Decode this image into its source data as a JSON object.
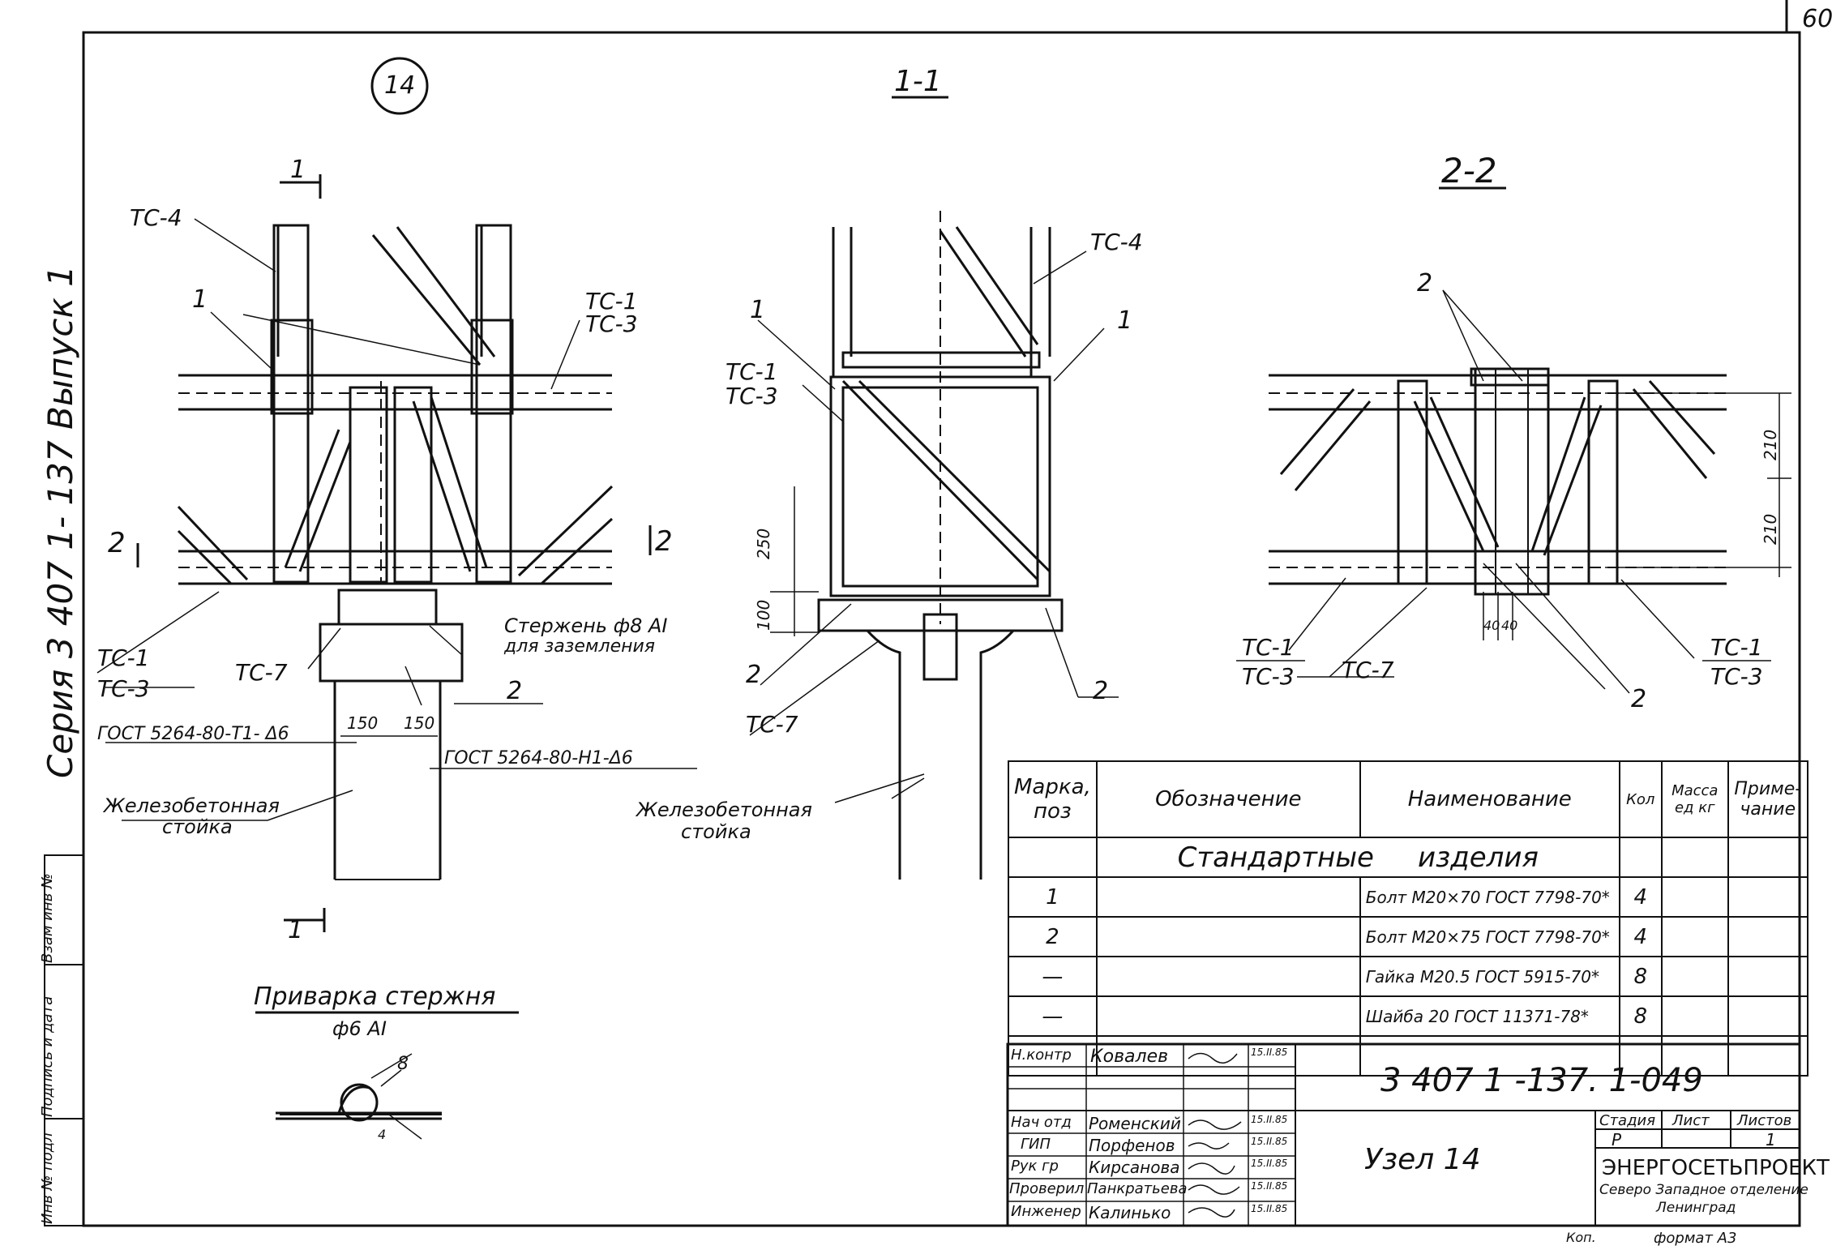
{
  "sheet_number": "60",
  "node_label": "14",
  "side_stamp": "Серия  3 407 1- 137  Выпуск 1",
  "left_margin_fields": [
    "Инв № подл",
    "Подпись и дата",
    "Взам инв №"
  ],
  "sections": {
    "s11": "1-1",
    "s22": "2-2",
    "cut1_top": "1",
    "cut1_bottom": "1",
    "cut2_left": "2",
    "cut2_right": "2"
  },
  "labels": {
    "tc4": "ТС-4",
    "tc1": "ТС-1",
    "tc3": "ТС-3",
    "tc7": "ТС-7",
    "pos1": "1",
    "pos2": "2",
    "rod": "Стержень ф8 АI",
    "rod2": "для заземления",
    "gost_t1": "ГОСТ 5264-80-Т1- Δ6",
    "gost_h1": "ГОСТ  5264-80-Н1-Δ6",
    "dim150a": "150",
    "dim150b": "150",
    "dim250": "250",
    "dim100": "100",
    "dim210a": "210",
    "dim210b": "210",
    "dim40a": "40",
    "dim40b": "40",
    "rc_column": "Железобетонная",
    "rc_column2": "стойка",
    "weld_title": "Приварка    стержня",
    "weld_sub": "ф6 АI",
    "weld_dim8": "8",
    "weld_dim4": "4"
  },
  "spec": {
    "headers": [
      "Марка, поз",
      "Обозначение",
      "Наименование",
      "Кол",
      "Масса ед кг",
      "Приме-чание"
    ],
    "section_title_a": "Стандартные",
    "section_title_b": "изделия",
    "rows": [
      {
        "mark": "1",
        "designation": "",
        "name": "Болт М20×70 ГОСТ 7798-70*",
        "qty": "4",
        "mass": "",
        "note": ""
      },
      {
        "mark": "2",
        "designation": "",
        "name": "Болт М20×75 ГОСТ 7798-70*",
        "qty": "4",
        "mass": "",
        "note": ""
      },
      {
        "mark": "—",
        "designation": "",
        "name": "Гайка М20.5 ГОСТ 5915-70*",
        "qty": "8",
        "mass": "",
        "note": ""
      },
      {
        "mark": "—",
        "designation": "",
        "name": "Шайба 20 ГОСТ 11371-78*",
        "qty": "8",
        "mass": "",
        "note": ""
      }
    ]
  },
  "title_block": {
    "doc_code": "3 407 1 -137. 1-049",
    "drawing_name": "Узел  14",
    "stage_label": "Стадия",
    "sheet_label": "Лист",
    "sheets_label": "Листов",
    "stage": "Р",
    "sheet": "",
    "sheets": "1",
    "org": "ЭНЕРГОСЕТЬПРОЕКТ",
    "org_sub1": "Северо Западное отделение",
    "org_sub2": "Ленинград",
    "people": [
      {
        "role": "Н.контр",
        "name": "Ковалев",
        "date": "15.II.85"
      },
      {
        "role": "",
        "name": "",
        "date": ""
      },
      {
        "role": "Нач отд",
        "name": "Роменский",
        "date": "15.II.85"
      },
      {
        "role": "ГИП",
        "name": "Порфенов",
        "date": "15.II.85"
      },
      {
        "role": "Рук гр",
        "name": "Кирсанова",
        "date": "15.II.85"
      },
      {
        "role": "Проверил",
        "name": "Панкратьева",
        "date": "15.II.85"
      },
      {
        "role": "Инженер",
        "name": "Калинько",
        "date": "15.II.85"
      }
    ],
    "copied": "Коп.",
    "format": "формат А3"
  }
}
